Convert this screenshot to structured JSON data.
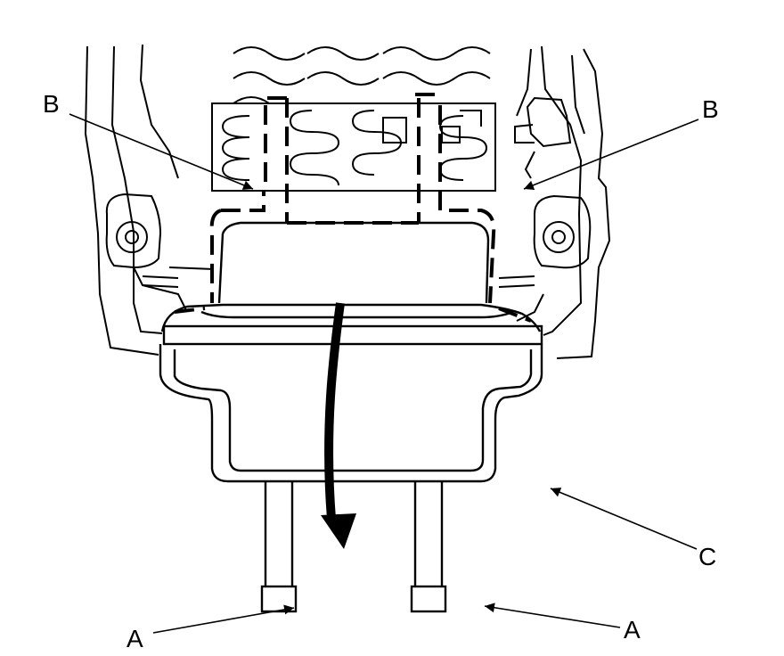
{
  "labels": {
    "a_left": "A",
    "a_right": "A",
    "b_left": "B",
    "b_right": "B",
    "c": "C"
  },
  "colors": {
    "line": "#000000",
    "background": "#ffffff"
  }
}
